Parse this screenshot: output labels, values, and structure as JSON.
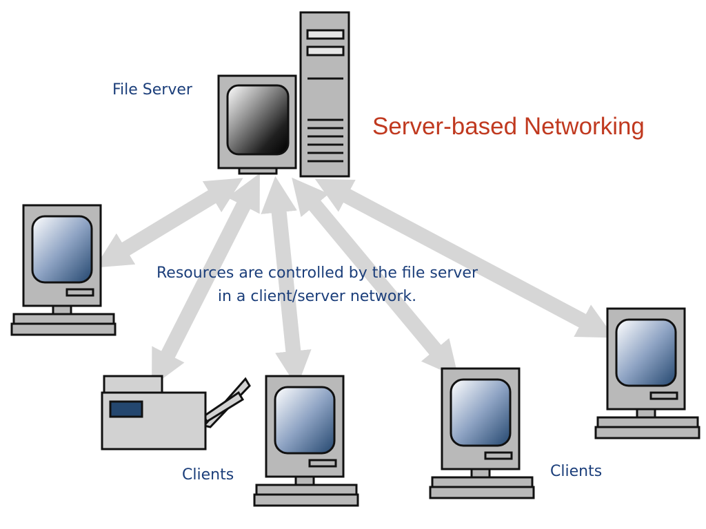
{
  "diagram": {
    "title": "Server-based Networking",
    "server_label": "File Server",
    "caption": {
      "line1": "Resources are controlled by the file server",
      "line2": "in a client/server network."
    },
    "clients_label_left": "Clients",
    "clients_label_right": "Clients"
  },
  "colors": {
    "title": "#c0391f",
    "labels": "#1b3e7a",
    "arrows": "#d6d6d6",
    "device_body": "#b9b9b9",
    "outline": "#111111",
    "screen_dark": "#24476f"
  },
  "icons": {
    "server": "file-server-icon",
    "client": "client-computer-icon",
    "printer": "printer-icon"
  }
}
